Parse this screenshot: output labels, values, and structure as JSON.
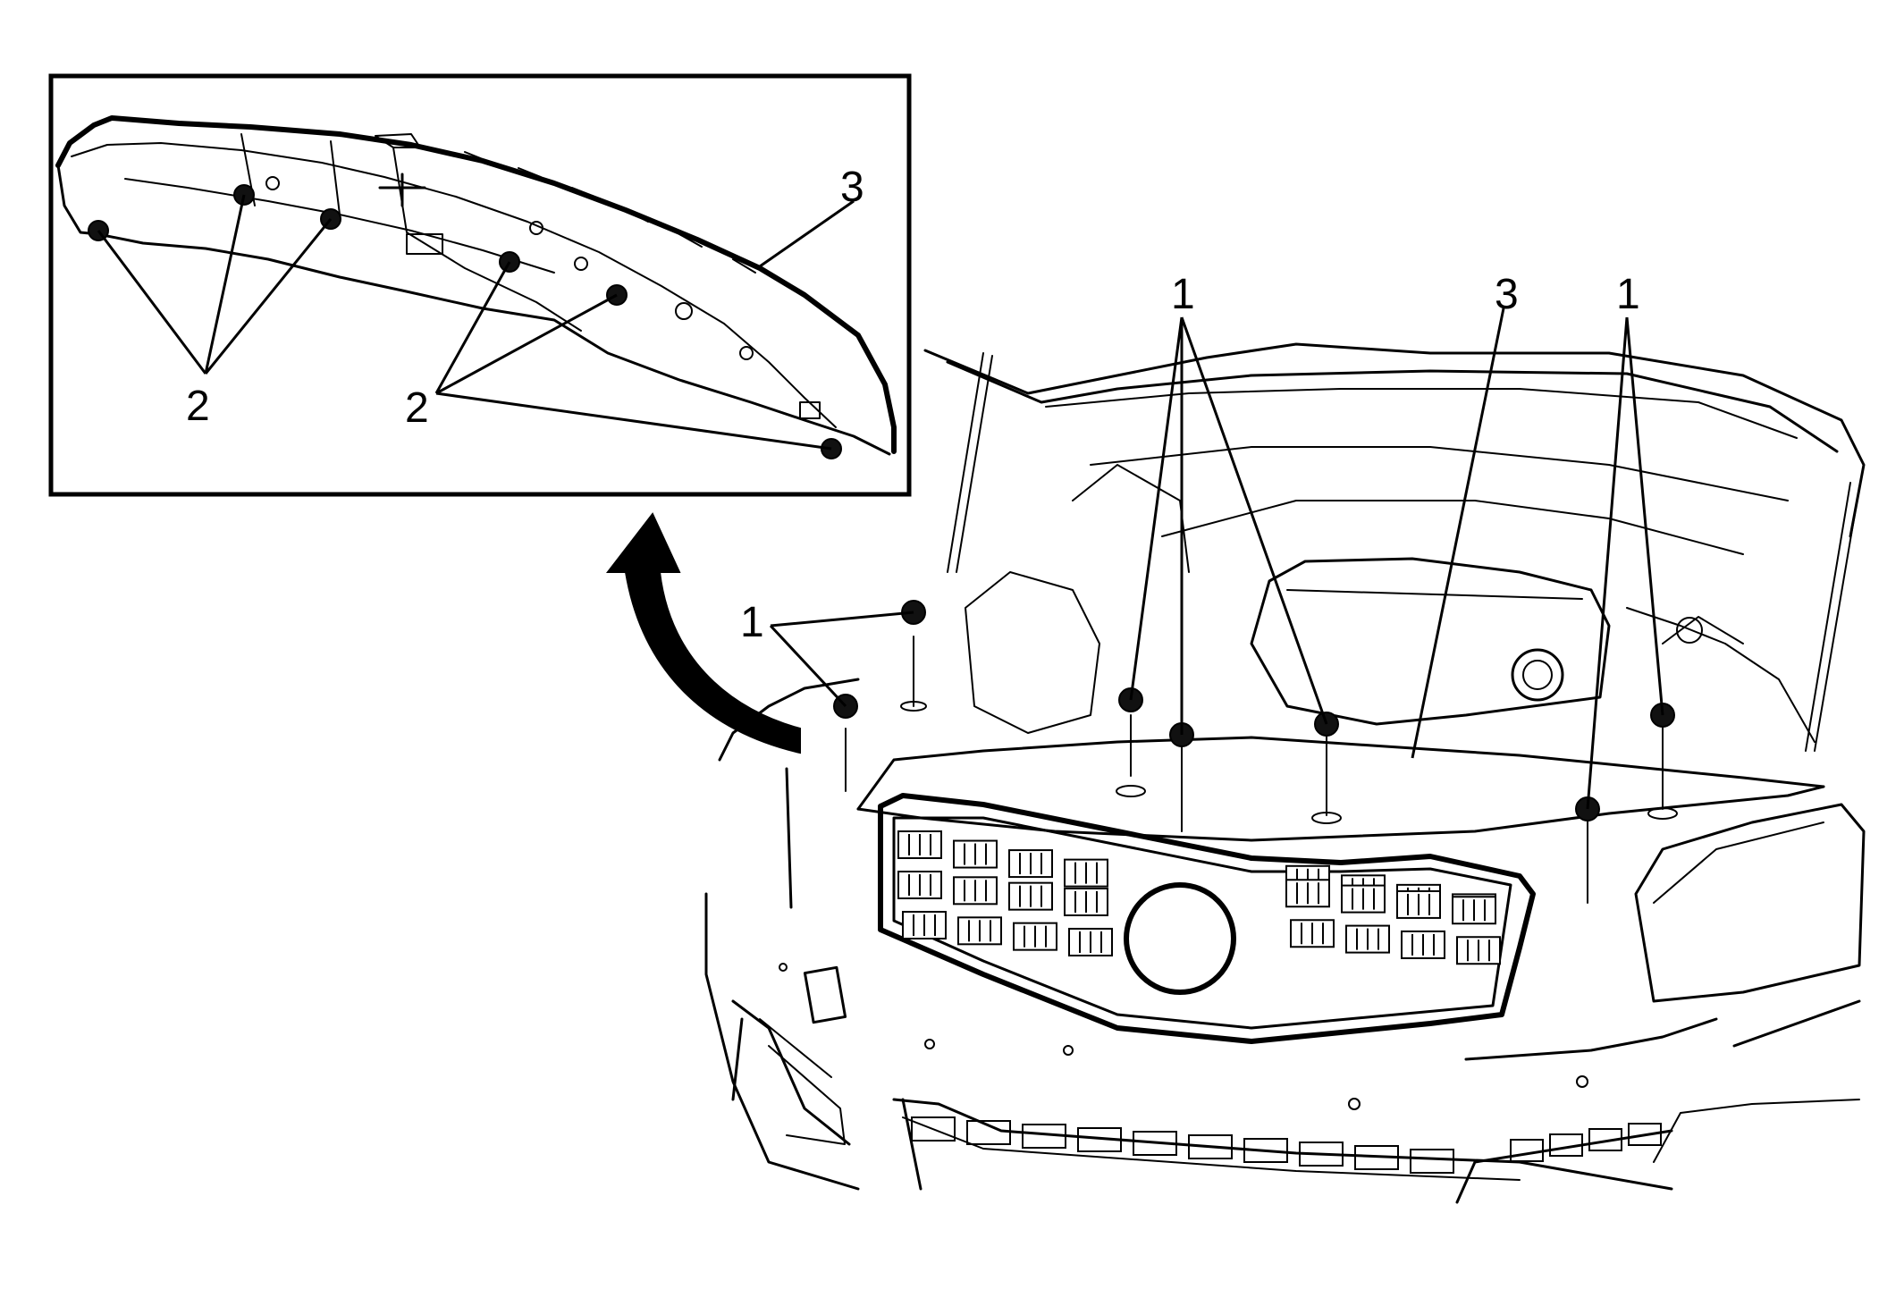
{
  "callouts": {
    "inset_c2_left": "2",
    "inset_c2_mid": "2",
    "inset_c3": "3",
    "main_c1_left": "1",
    "main_c1_center": "1",
    "main_c3": "3",
    "main_c1_right": "1"
  },
  "colors": {
    "line": "#000000",
    "background": "#ffffff"
  },
  "icons": {
    "direction": "curved-arrow-icon"
  }
}
